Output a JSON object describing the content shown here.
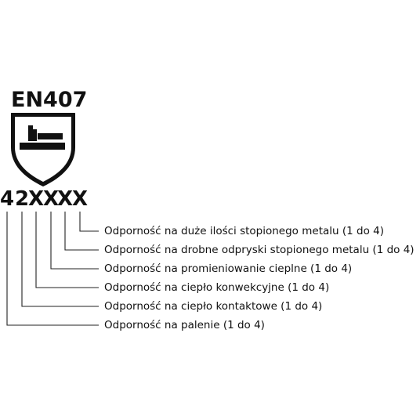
{
  "standard": "EN407",
  "code": [
    "4",
    "2",
    "X",
    "X",
    "X",
    "X"
  ],
  "descriptions": [
    "Odporność na duże ilości stopionego metalu (1 do 4)",
    "Odporność na drobne odpryski stopionego metalu (1 do 4)",
    "Odporność na promieniowanie cieplne (1 do 4)",
    "Odporność na ciepło konwekcyjne (1 do 4)",
    "Odporność na ciepło kontaktowe (1 do 4)",
    "Odporność na palenie (1 do 4)"
  ],
  "icon": "fire-hazard-shield-icon"
}
